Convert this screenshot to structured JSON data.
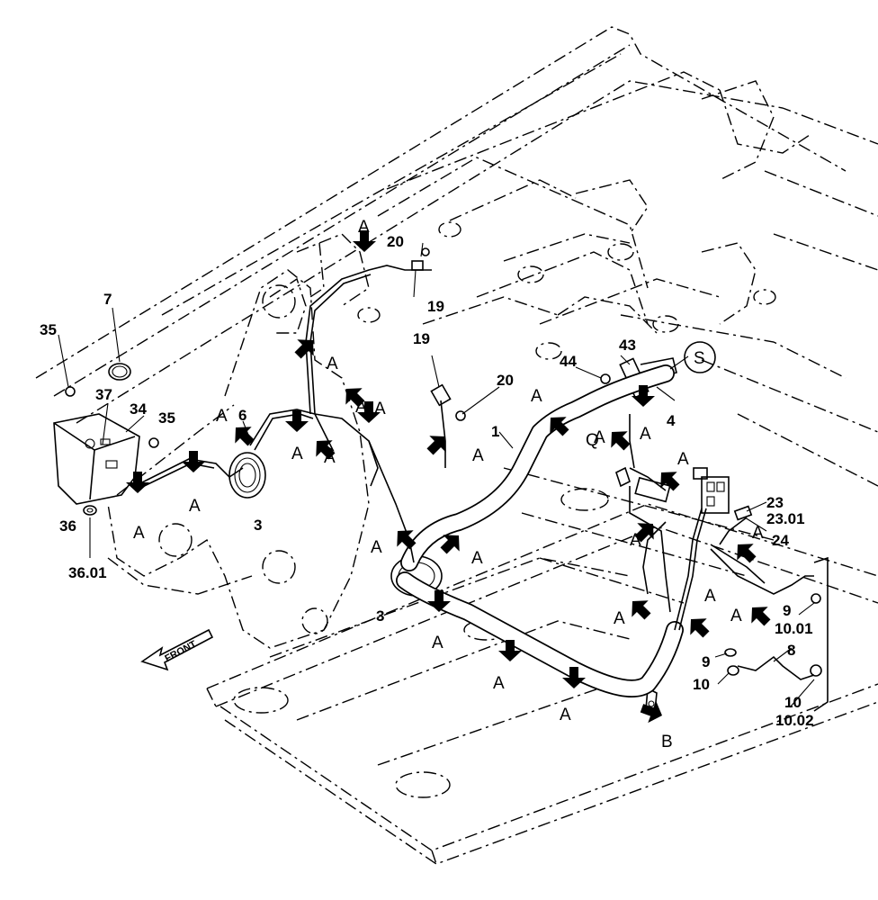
{
  "callouts": [
    {
      "id": "c-7",
      "text": "7"
    },
    {
      "id": "c-35a",
      "text": "35"
    },
    {
      "id": "c-37",
      "text": "37"
    },
    {
      "id": "c-34",
      "text": "34"
    },
    {
      "id": "c-35b",
      "text": "35"
    },
    {
      "id": "c-36",
      "text": "36"
    },
    {
      "id": "c-3601",
      "text": "36.01"
    },
    {
      "id": "c-6",
      "text": "6"
    },
    {
      "id": "c-3a",
      "text": "3"
    },
    {
      "id": "c-20a",
      "text": "20"
    },
    {
      "id": "c-19a",
      "text": "19"
    },
    {
      "id": "c-19b",
      "text": "19"
    },
    {
      "id": "c-20b",
      "text": "20"
    },
    {
      "id": "c-1",
      "text": "1"
    },
    {
      "id": "c-3b",
      "text": "3"
    },
    {
      "id": "c-44",
      "text": "44"
    },
    {
      "id": "c-43",
      "text": "43"
    },
    {
      "id": "c-S",
      "text": "S"
    },
    {
      "id": "c-4",
      "text": "4"
    },
    {
      "id": "c-Q",
      "text": "Q"
    },
    {
      "id": "c-23",
      "text": "23"
    },
    {
      "id": "c-2301",
      "text": "23.01"
    },
    {
      "id": "c-24",
      "text": "24"
    },
    {
      "id": "c-9a",
      "text": "9"
    },
    {
      "id": "c-1001",
      "text": "10.01"
    },
    {
      "id": "c-8",
      "text": "8"
    },
    {
      "id": "c-9b",
      "text": "9"
    },
    {
      "id": "c-10a",
      "text": "10"
    },
    {
      "id": "c-10b",
      "text": "10"
    },
    {
      "id": "c-1002",
      "text": "10.02"
    },
    {
      "id": "c-B",
      "text": "B"
    }
  ],
  "clamp_marker_label": "A",
  "front_label": "FRONT"
}
